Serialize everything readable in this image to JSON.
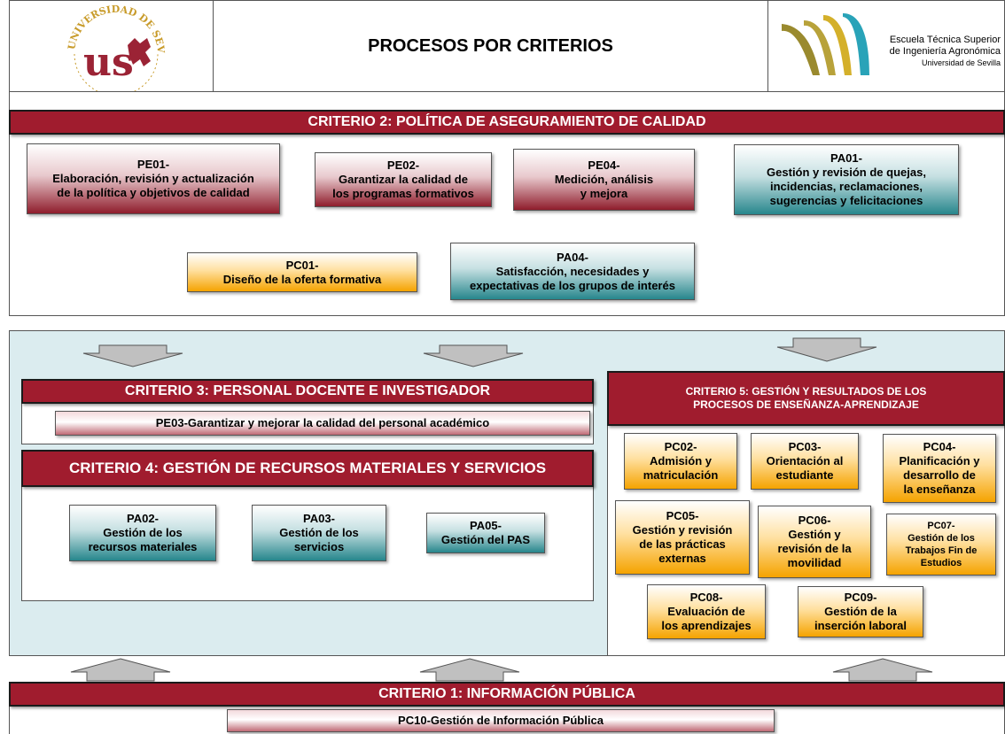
{
  "header": {
    "title": "PROCESOS POR CRITERIOS",
    "us_logo_text": "UNIVERSIDAD DE SEVILLA",
    "us_logo_initials": "us",
    "etsia_line1": "Escuela Técnica Superior",
    "etsia_line2": "de Ingeniería Agronómica",
    "etsia_line3": "Universidad de Sevilla"
  },
  "criterio2": {
    "title": "CRITERIO 2: POLÍTICA DE ASEGURAMIENTO DE CALIDAD",
    "boxes": [
      {
        "code": "PE01-",
        "lines": [
          "Elaboración, revisión y actualización",
          "de la política y objetivos de calidad"
        ]
      },
      {
        "code": "PE02-",
        "lines": [
          "Garantizar la calidad de",
          "los programas formativos"
        ]
      },
      {
        "code": "PE04-",
        "lines": [
          "Medición, análisis",
          "y mejora"
        ]
      },
      {
        "code": "PA01-",
        "lines": [
          "Gestión y revisión de quejas,",
          "incidencias, reclamaciones,",
          "sugerencias y felicitaciones"
        ]
      },
      {
        "code": "PC01-",
        "lines": [
          "Diseño de la oferta formativa"
        ]
      },
      {
        "code": "PA04-",
        "lines": [
          "Satisfacción, necesidades y",
          "expectativas de los grupos de interés"
        ]
      }
    ]
  },
  "criterio3": {
    "title": "CRITERIO 3: PERSONAL DOCENTE E INVESTIGADOR",
    "bar": "PE03-Garantizar y mejorar la calidad del personal académico"
  },
  "criterio4": {
    "title": "CRITERIO 4: GESTIÓN DE RECURSOS MATERIALES Y SERVICIOS",
    "boxes": [
      {
        "code": "PA02-",
        "lines": [
          "Gestión de los",
          "recursos materiales"
        ]
      },
      {
        "code": "PA03-",
        "lines": [
          "Gestión de los",
          "servicios"
        ]
      },
      {
        "code": "PA05-",
        "lines": [
          "Gestión del PAS"
        ]
      }
    ]
  },
  "criterio5": {
    "title_line1": "CRITERIO 5: GESTIÓN Y RESULTADOS DE LOS",
    "title_line2": "PROCESOS DE ENSEÑANZA-APRENDIZAJE",
    "boxes": [
      {
        "code": "PC02-",
        "lines": [
          "Admisión y",
          "matriculación"
        ]
      },
      {
        "code": "PC03-",
        "lines": [
          "Orientación al",
          "estudiante"
        ]
      },
      {
        "code": "PC04-",
        "lines": [
          "Planificación y",
          "desarrollo de",
          "la enseñanza"
        ]
      },
      {
        "code": "PC05-",
        "lines": [
          "Gestión y revisión",
          "de las prácticas",
          "externas"
        ]
      },
      {
        "code": "PC06-",
        "lines": [
          "Gestión y",
          "revisión de la",
          "movilidad"
        ]
      },
      {
        "code": "PC07-",
        "lines": [
          "Gestión de los",
          "Trabajos Fin de",
          "Estudios"
        ]
      },
      {
        "code": "PC08-",
        "lines": [
          "Evaluación de",
          "los aprendizajes"
        ]
      },
      {
        "code": "PC09-",
        "lines": [
          "Gestión de la",
          "inserción laboral"
        ]
      }
    ]
  },
  "criterio1": {
    "title": "CRITERIO 1: INFORMACIÓN PÚBLICA",
    "bar": "PC10-Gestión de Información Pública"
  },
  "colors": {
    "banner_red": "#a01c2e",
    "teal": "#27868c",
    "gold": "#f5a300",
    "panel_bg": "#dbecef"
  }
}
